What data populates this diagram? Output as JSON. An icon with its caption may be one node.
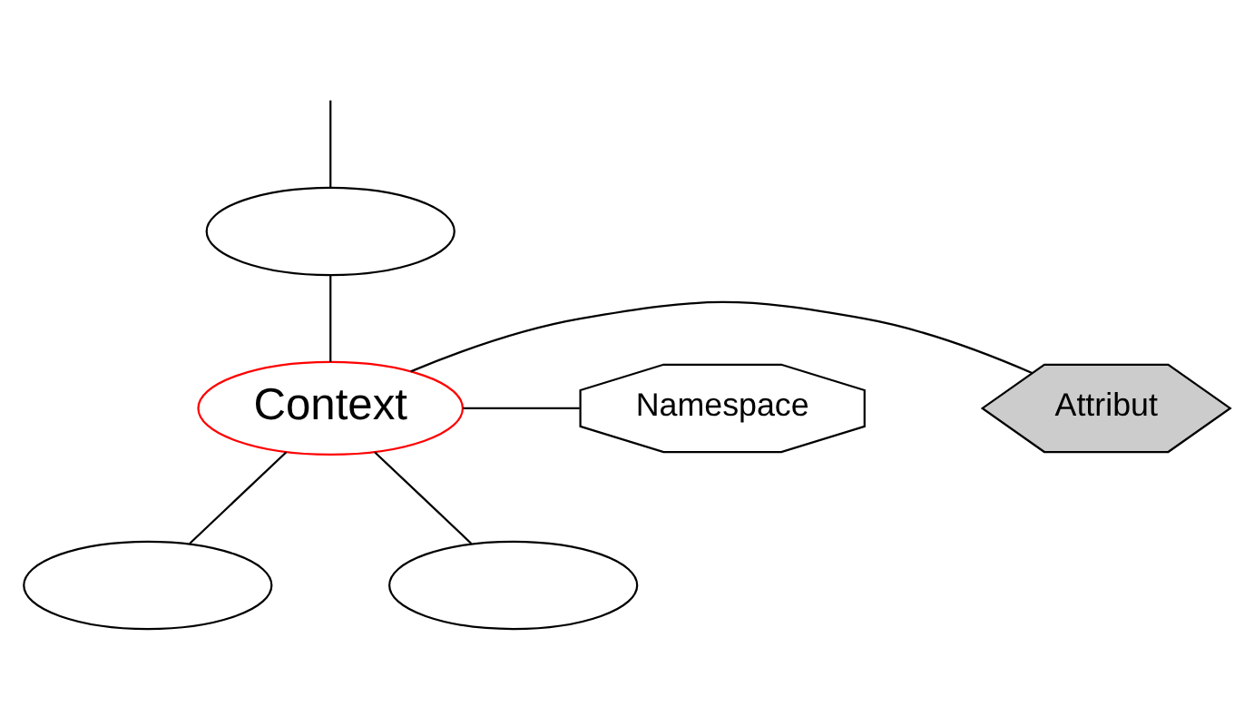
{
  "diagram": {
    "nodes": [
      {
        "text": [],
        "shape": "ellipse"
      },
      {
        "text": [
          "Context"
        ]
      },
      {
        "text": [
          "Attribut"
        ]
      },
      {
        "text": [
          "Namespace"
        ]
      },
      {
        "text": [],
        "shape": "ellipse"
      },
      {
        "text": [],
        "shape": "ellipse"
      }
    ],
    "edges": [
      {
        "from": null,
        "to": 0,
        "arrow": "none"
      },
      {
        "from": 0,
        "to": 1,
        "arrow": "none"
      },
      {
        "from": 1,
        "to": 2,
        "arrow": "none"
      },
      {
        "from": 1,
        "to": 3,
        "arrow": "none"
      },
      {
        "from": 1,
        "to": 4,
        "arrow": "none"
      },
      {
        "from": 1,
        "to": 5,
        "arrow": "none"
      }
    ]
  }
}
